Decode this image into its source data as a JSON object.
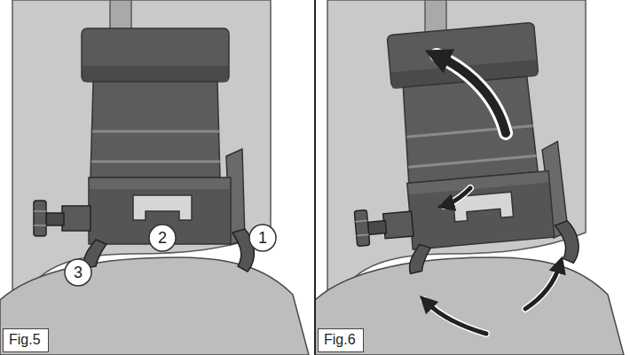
{
  "diagram": {
    "labels": [
      "1",
      "2",
      "3",
      "Fig.5",
      "Fig.6"
    ]
  }
}
